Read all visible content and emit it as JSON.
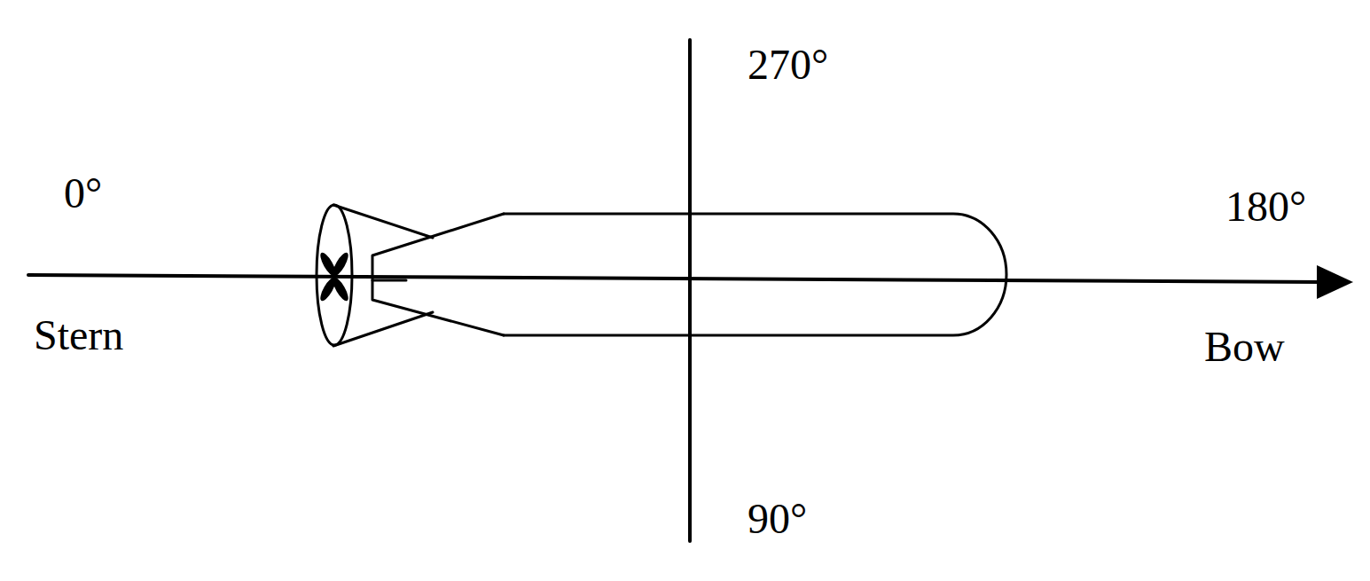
{
  "diagram": {
    "labels": [
      "0°",
      "270°",
      "180°",
      "Stern",
      "Bow",
      "90°"
    ]
  }
}
